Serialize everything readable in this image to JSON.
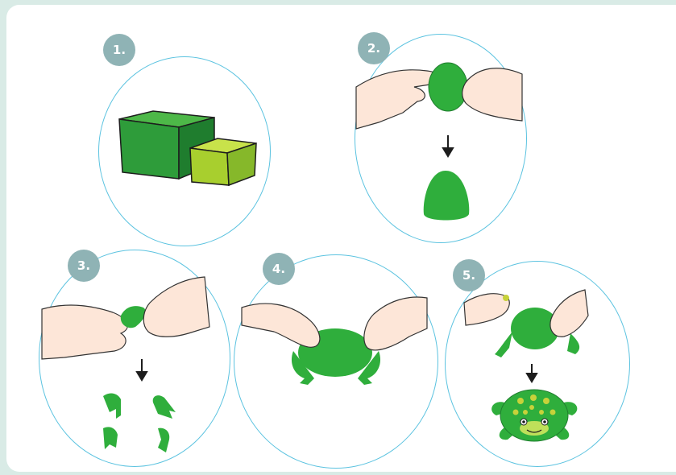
{
  "steps": [
    {
      "number": "1."
    },
    {
      "number": "2."
    },
    {
      "number": "3."
    },
    {
      "number": "4."
    },
    {
      "number": "5."
    }
  ],
  "colors": {
    "background": "#d9ebe6",
    "circle_border": "#5cc3e0",
    "badge": "#8fb3b5",
    "clay_dark": "#2e9c3a",
    "clay_light": "#a8cf2e",
    "skin": "#fde6d8",
    "frog_spot": "#c7d23a"
  }
}
